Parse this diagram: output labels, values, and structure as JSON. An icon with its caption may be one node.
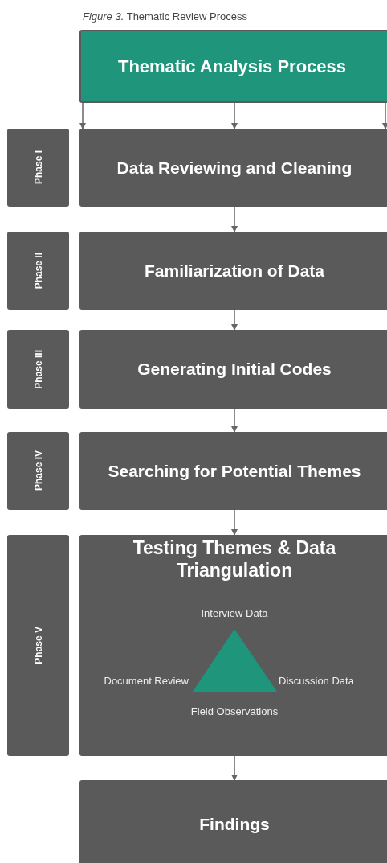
{
  "diagram": {
    "title": "*Figure 3.* Thematic Review Process",
    "nodes": [
      {
        "text": [
          "Thematic Analysis Process"
        ]
      },
      {
        "text": [
          "Phase I"
        ]
      },
      {
        "text": [
          "Data Reviewing and Cleaning"
        ]
      },
      {
        "text": [
          "Phase II"
        ]
      },
      {
        "text": [
          "Familiarization of Data"
        ]
      },
      {
        "text": [
          "Phase III"
        ]
      },
      {
        "text": [
          "Generating Initial Codes"
        ]
      },
      {
        "text": [
          "Phase IV"
        ]
      },
      {
        "text": [
          "Searching for Potential Themes"
        ]
      },
      {
        "text": [
          "Phase V"
        ]
      },
      {
        "text": [
          "Testing Themes & Data Triangulation",
          "Interview Data",
          "Document Review",
          "Discussion Data",
          "Field Observations"
        ]
      },
      {
        "text": [
          "Findings"
        ]
      }
    ],
    "edges": [
      {
        "from": 0,
        "to": 2,
        "arrow": "to"
      },
      {
        "from": 0,
        "to": 2,
        "arrow": "to"
      },
      {
        "from": 0,
        "to": 2,
        "arrow": "to"
      },
      {
        "from": 2,
        "to": 4,
        "arrow": "to"
      },
      {
        "from": 4,
        "to": 6,
        "arrow": "to"
      },
      {
        "from": 6,
        "to": 8,
        "arrow": "to"
      },
      {
        "from": 8,
        "to": 10,
        "arrow": "to"
      },
      {
        "from": 10,
        "to": 11,
        "arrow": "to"
      }
    ]
  }
}
